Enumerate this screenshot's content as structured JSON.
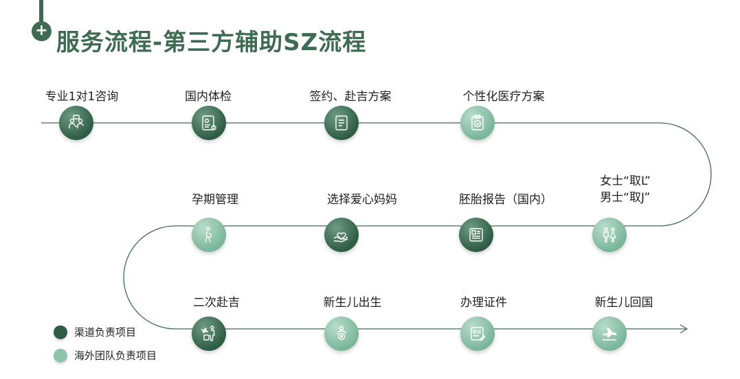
{
  "header": {
    "badge_symbol": "+",
    "title": "服务流程-第三方辅助SZ流程"
  },
  "steps": [
    {
      "label": "专业1对1咨询",
      "responsibility": "channel",
      "icon": "consultation-icon"
    },
    {
      "label": "国内体检",
      "responsibility": "channel",
      "icon": "medical-report-icon"
    },
    {
      "label": "签约、赴吉方案",
      "responsibility": "channel",
      "icon": "contract-icon"
    },
    {
      "label": "个性化医疗方案",
      "responsibility": "overseas",
      "icon": "clipboard-check-icon"
    },
    {
      "label_lines": [
        "女士“取L”",
        "男士“取J”"
      ],
      "responsibility": "overseas",
      "icon": "male-female-icon"
    },
    {
      "label": "胚胎报告（国内）",
      "responsibility": "channel",
      "icon": "report-icon"
    },
    {
      "label": "选择爱心妈妈",
      "responsibility": "channel",
      "icon": "heart-hand-icon"
    },
    {
      "label": "孕期管理",
      "responsibility": "overseas",
      "icon": "pregnancy-icon"
    },
    {
      "label": "二次赴吉",
      "responsibility": "channel",
      "icon": "travel-icon"
    },
    {
      "label": "新生儿出生",
      "responsibility": "overseas",
      "icon": "baby-icon"
    },
    {
      "label": "办理证件",
      "responsibility": "overseas",
      "icon": "document-icon"
    },
    {
      "label": "新生儿回国",
      "responsibility": "overseas",
      "icon": "airplane-icon"
    }
  ],
  "legend": [
    {
      "label": "渠道负责项目",
      "color": "#2f5c44"
    },
    {
      "label": "海外团队负责项目",
      "color": "#8fc3aa"
    }
  ],
  "colors": {
    "accent": "#3e6b52",
    "channel": "#2f5c44",
    "overseas": "#8fc3aa",
    "line": "#3e6b52"
  }
}
